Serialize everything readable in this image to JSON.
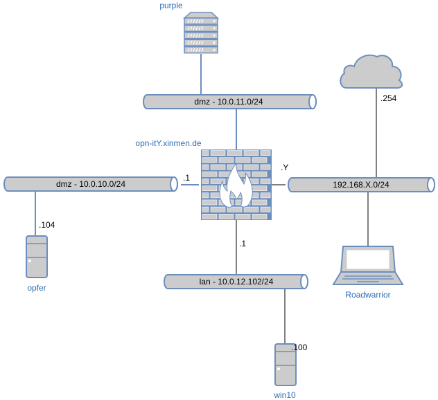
{
  "colors": {
    "stroke_blue": "#6c8ebf",
    "fill_gray": "#cccccc",
    "node_label": "#2f6cb5",
    "line_dark": "#000000",
    "white": "#ffffff"
  },
  "nodes": {
    "server": {
      "label": "purple",
      "icon": "server-rack-icon"
    },
    "firewall": {
      "label": "opn-itY.xinmen.de",
      "icon": "firewall-icon"
    },
    "cloud": {
      "label": "",
      "icon": "cloud-icon"
    },
    "opfer": {
      "label": "opfer",
      "icon": "desktop-tower-icon"
    },
    "roadwarrior": {
      "label": "Roadwarrior",
      "icon": "laptop-icon"
    },
    "win10": {
      "label": "win10",
      "icon": "desktop-tower-icon"
    }
  },
  "networks": {
    "dmz11": {
      "label": "dmz - 10.0.11.0/24"
    },
    "dmz10": {
      "label": "dmz - 10.0.10.0/24"
    },
    "wan": {
      "label": "192.168.X.0/24"
    },
    "lan": {
      "label": "lan - 10.0.12.102/24"
    }
  },
  "addresses": {
    "fw_dmz10": ".1",
    "fw_wan": ".Y",
    "fw_lan": ".1",
    "opfer": ".104",
    "cloud": ".254",
    "win10": ".100"
  }
}
